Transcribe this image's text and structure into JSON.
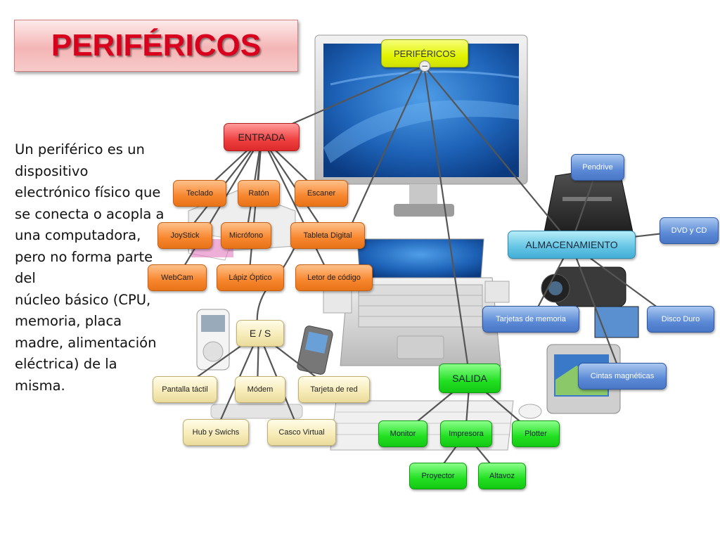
{
  "title": "PERIFÉRICOS",
  "intro_lines": [
    "Un periférico es un",
    "dispositivo",
    "electrónico físico que",
    "se conecta o acopla a",
    "una computadora,",
    "pero no forma parte",
    "del",
    "núcleo básico (CPU,",
    "memoria, placa",
    "madre, alimentación",
    "eléctrica) de la",
    "misma."
  ],
  "mindmap": {
    "root": "PERIFÉRICOS",
    "collapse_symbol": "−",
    "entrada": {
      "label": "ENTRADA",
      "items": [
        "Teclado",
        "Ratón",
        "Escaner",
        "JoyStick",
        "Micrófono",
        "Tableta Digital",
        "WebCam",
        "Lápiz Óptico",
        "Letor de código"
      ]
    },
    "es": {
      "label": "E / S",
      "items": [
        "Pantalla táctil",
        "Módem",
        "Tarjeta de red",
        "Hub y Swichs",
        "Casco Virtual"
      ]
    },
    "almacenamiento": {
      "label": "ALMACENAMIENTO",
      "items": [
        "Pendrive",
        "DVD y CD",
        "Tarjetas de memoria",
        "Disco Duro",
        "Cintas magnéticas"
      ]
    },
    "salida": {
      "label": "SALIDA",
      "items": [
        "Monitor",
        "Impresora",
        "Plotter",
        "Proyector",
        "Altavoz"
      ]
    }
  },
  "colors": {
    "title_red": "#d8001c",
    "root": "#e2f400",
    "entrada": "#f04040",
    "entrada_items": "#f7862e",
    "es": "#f6eab6",
    "almacenamiento": "#63c4e4",
    "almacenamiento_items": "#5b8ad6",
    "salida": "#22e022",
    "connector": "#555555"
  }
}
